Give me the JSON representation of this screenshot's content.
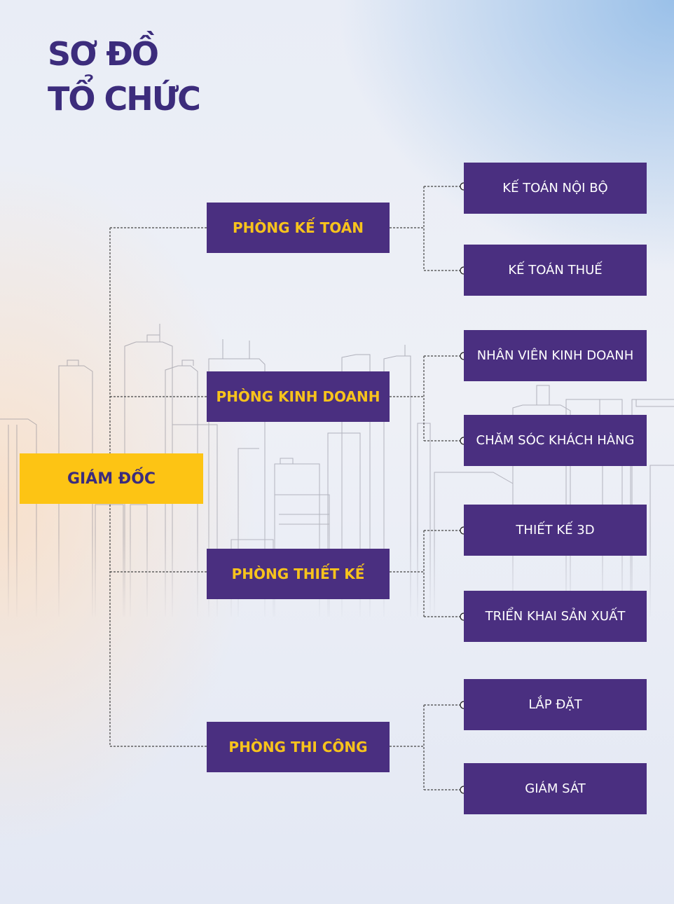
{
  "title": {
    "line1": "SƠ ĐỒ",
    "line2": "TỔ CHỨC"
  },
  "root": {
    "label": "GIÁM ĐỐC"
  },
  "departments": [
    {
      "label": "PHÒNG KẾ TOÁN",
      "teams": [
        "KẾ TOÁN NỘI BỘ",
        "KẾ TOÁN THUẾ"
      ]
    },
    {
      "label": "PHÒNG KINH DOANH",
      "teams": [
        "NHÂN VIÊN KINH DOANH",
        "CHĂM SÓC KHÁCH HÀNG"
      ]
    },
    {
      "label": "PHÒNG THIẾT KẾ",
      "teams": [
        "THIẾT KẾ 3D",
        "TRIỂN KHAI SẢN XUẤT"
      ]
    },
    {
      "label": "PHÒNG THI CÔNG",
      "teams": [
        "LẮP ĐẶT",
        "GIÁM SÁT"
      ]
    }
  ],
  "colors": {
    "primary": "#4a2f80",
    "accent": "#fdc414",
    "dept_text": "#f7c31c",
    "title": "#3c2c7c",
    "connector": "#444444"
  }
}
